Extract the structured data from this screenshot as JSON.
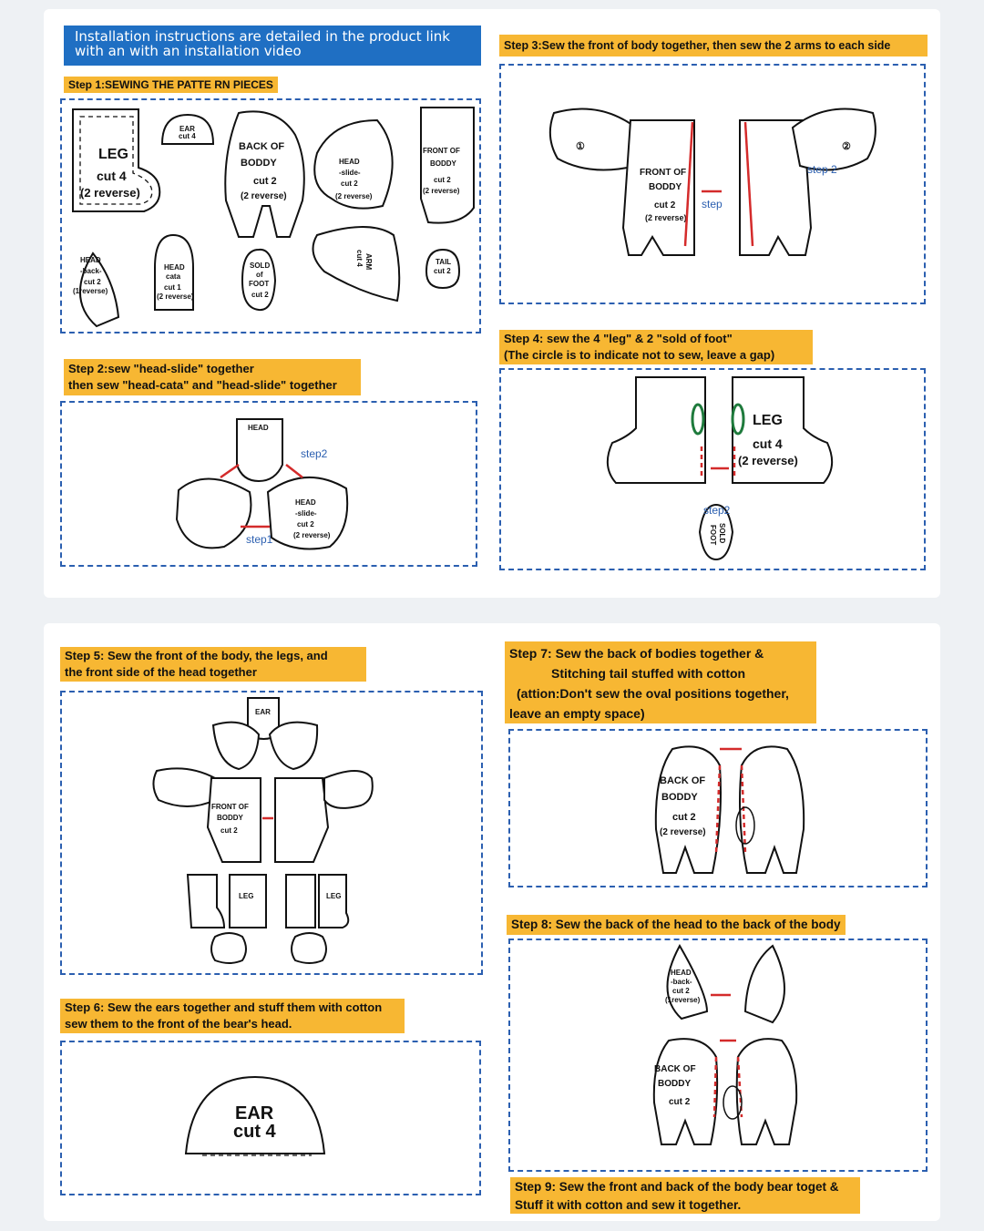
{
  "header": {
    "line1": "Installation instructions are detailed in the product link",
    "line2": "with an with an installation video"
  },
  "steps": {
    "s1": "Step 1:SEWING THE PATTE RN PIECES",
    "s2_line1": "Step 2:sew \"head-slide\" together",
    "s2_line2": "then sew \"head-cata\" and \"head-slide\" together",
    "s3": "Step 3:Sew the front of body together, then sew the 2 arms to each side",
    "s4_line1": "Step 4: sew the 4 \"leg\" & 2 \"sold of foot\"",
    "s4_line2": "(The circle is to indicate not to sew, leave a gap)",
    "s5_line1": "Step 5: Sew the front of the body, the legs, and",
    "s5_line2": "the front side of the head together",
    "s6_line1": "Step 6: Sew the ears together and stuff them with cotton",
    "s6_line2": "sew them to the front of the bear's head.",
    "s7_line1": "Step 7: Sew the back of bodies together &",
    "s7_line2": "Stitching tail stuffed with cotton",
    "s7_line3": "(attion:Don't sew the oval positions together,",
    "s7_line4": "leave an empty space)",
    "s8": "Step 8: Sew the back of the head to the back of the body",
    "s9_line1": "Step 9: Sew the front and back of the body bear toget &",
    "s9_line2": "Stuff it with cotton and sew it together."
  },
  "pieces": {
    "leg": "LEG",
    "leg_cut": "cut 4",
    "leg_rev": "(2 reverse)",
    "ear": "EAR",
    "ear_cut": "cut 4",
    "back": "BACK OF",
    "boddy": "BODDY",
    "back_cut": "cut 2",
    "rev2": "(2 reverse)",
    "head": "HEAD",
    "slide": "-slide-",
    "slide_cut": "cut 2",
    "front": "FRONT OF",
    "back_head": "-back-",
    "rev1": "(1reverse)",
    "cata": "cata",
    "cut1": "cut 1",
    "sold": "SOLD",
    "of": "of",
    "foot": "FOOT",
    "arm": "ARM",
    "tail": "TAIL",
    "tail_cut": "cut 2",
    "step1": "step1",
    "step2": "step2",
    "step_word": "step",
    "step2_word": "step 2",
    "num1": "①",
    "num2": "②"
  },
  "colors": {
    "accent_blue": "#1f6fc3",
    "label_orange": "#f7b733",
    "stitch_red": "#d42b2b",
    "frame_blue": "#2b5fb0"
  }
}
